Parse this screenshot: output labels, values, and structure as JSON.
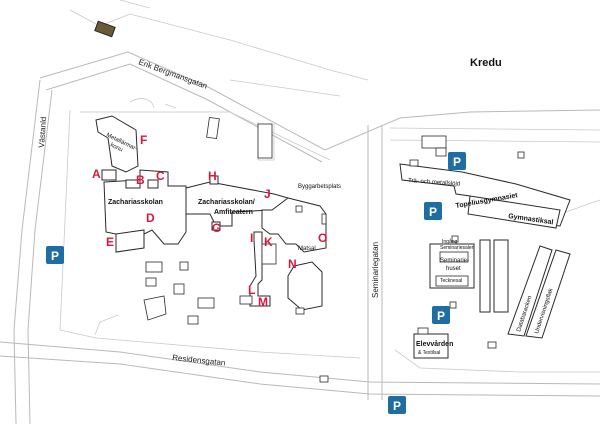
{
  "map": {
    "area_label": "Kredu",
    "streets": {
      "erik_bergmansgatan": "Erik Bergmansgatan",
      "vastanld": "Västanld",
      "residensgatan": "Residensgatan",
      "seminariegatan": "Seminariegatan"
    },
    "buildings": {
      "metallarmar": "Metallärmar-",
      "konu": "konu",
      "zachariasskolan": "Zachariasskolan",
      "zachariasskolan_amfiteatern_1": "Zachariasskolan/",
      "zachariasskolan_amfiteatern_2": "Amfiteatern",
      "byggarbetsplats": "Byggarbetsplats",
      "matsal": "Matsal",
      "tra_och_metallslojd": "Trä- och metallslöjd",
      "topeliusgymnasiet": "Topeliusgymnasiet",
      "gymnastiksal": "Gymnastiksal",
      "ingang_seminariesalen_1": "Ingång",
      "ingang_seminariesalen_2": "Seminariesalen",
      "seminariehuset_1": "Seminarie-",
      "seminariehuset_2": "huset",
      "tecknesal": "Tecknesal",
      "elevvarden": "Elevvården",
      "textilsal": "& Textilsal",
      "dataaracken": "Databaracken",
      "undervisningsflak": "Undervisningsflak"
    },
    "letters": [
      "A",
      "B",
      "C",
      "D",
      "E",
      "F",
      "G",
      "H",
      "I",
      "J",
      "K",
      "L",
      "M",
      "N",
      "O"
    ],
    "parking_symbol": "P",
    "colors": {
      "letter": "#d8193f",
      "parking": "#1f6ea3",
      "roads": "#b9b9b9",
      "buildings": "#2a2a2a"
    }
  }
}
